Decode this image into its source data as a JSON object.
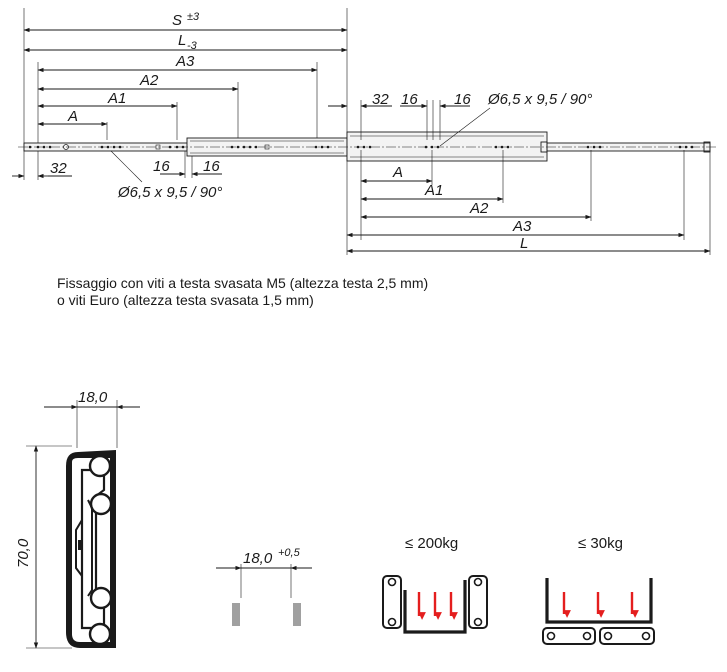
{
  "top_view": {
    "dim_S": "S",
    "dim_S_tol": "±3",
    "dim_L_closed": "L",
    "dim_L_closed_tol": "-3",
    "dim_A3": "A3",
    "dim_A2": "A2",
    "dim_A1": "A1",
    "dim_A": "A",
    "dim_32_left": "32",
    "dim_16_a": "16",
    "dim_16_b": "16",
    "hole_spec_left": "Ø6,5 x 9,5 / 90°",
    "dim_32_mid": "32",
    "dim_16_c": "16",
    "dim_16_d": "16",
    "hole_spec_right": "Ø6,5 x 9,5 / 90°",
    "dim_A_r": "A",
    "dim_A1_r": "A1",
    "dim_A2_r": "A2",
    "dim_A3_r": "A3",
    "dim_L_r": "L"
  },
  "notes": {
    "line1": "Fissaggio con viti a testa svasata M5 (altezza testa 2,5 mm)",
    "line2": "o viti Euro (altezza testa svasata 1,5 mm)"
  },
  "profile": {
    "width": "18,0",
    "height": "70,0"
  },
  "mounting": {
    "gap": "18,0",
    "gap_tol": "+0,5"
  },
  "loads": {
    "vertical": "≤ 200kg",
    "horizontal": "≤ 30kg"
  },
  "colors": {
    "line": "#1a1a1a",
    "arrow": "#e41e1e",
    "rail_fill": "#f3f3f3",
    "wall_gray": "#a0a0a0"
  }
}
